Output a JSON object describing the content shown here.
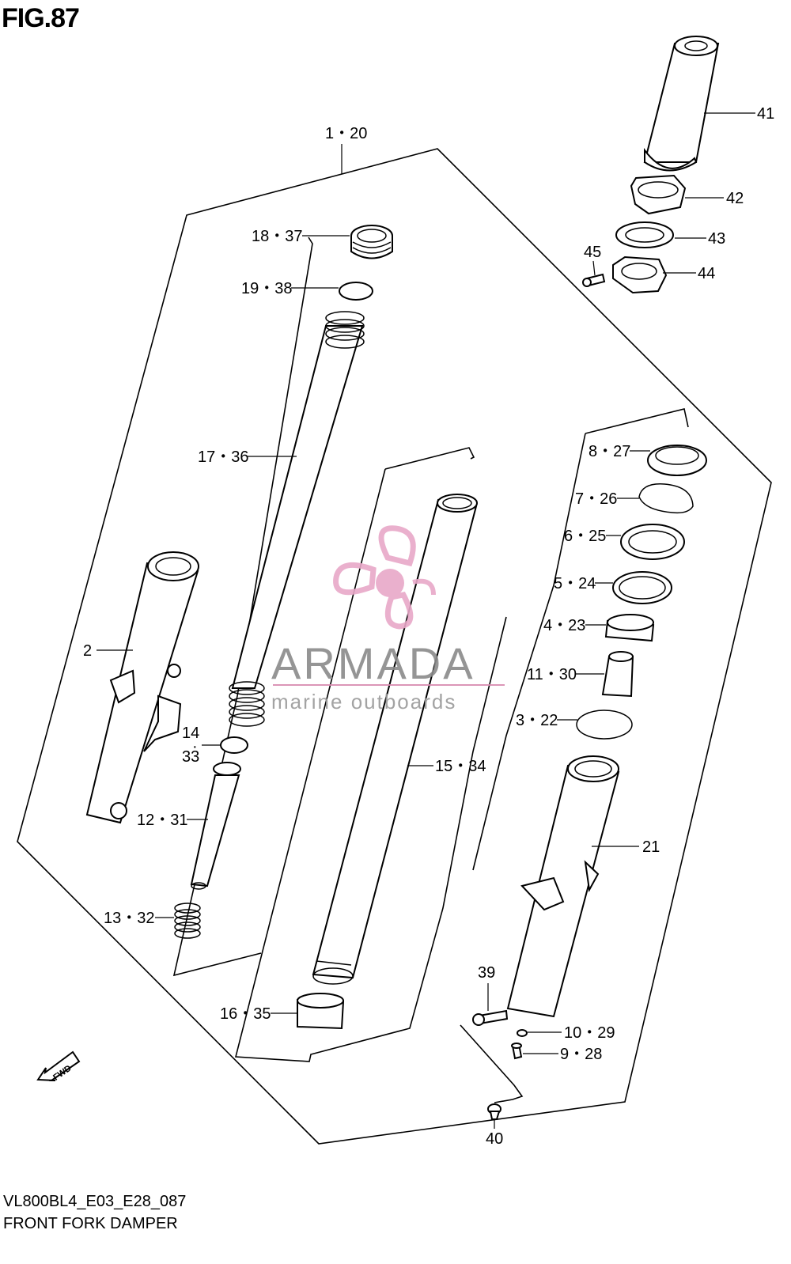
{
  "figure": {
    "title": "FIG.87",
    "model_code": "VL800BL4_E03_E28_087",
    "name": "FRONT FORK DAMPER"
  },
  "callouts": {
    "c1_20": "1・20",
    "c2": "2",
    "c3_22": "3・22",
    "c4_23": "4・23",
    "c5_24": "5・24",
    "c6_25": "6・25",
    "c7_26": "7・26",
    "c8_27": "8・27",
    "c9_28": "9・28",
    "c10_29": "10・29",
    "c11_30": "11・30",
    "c12_31": "12・31",
    "c13_32": "13・32",
    "c14": "14",
    "c33": "33",
    "c15_34": "15・34",
    "c16_35": "16・35",
    "c17_36": "17・36",
    "c18_37": "18・37",
    "c19_38": "19・38",
    "c21": "21",
    "c39": "39",
    "c40": "40",
    "c41": "41",
    "c42": "42",
    "c43": "43",
    "c44": "44",
    "c45": "45"
  },
  "fwd_arrow": {
    "label": "FWD",
    "icon": "fwd-arrow-icon"
  },
  "watermark": {
    "brand": "ARMADA",
    "tagline": "marine outboards",
    "icon": "propeller-logo-icon",
    "color_brand": "#8a8a8a",
    "color_logo": "#e8a8c8",
    "color_line": "#d88ab0"
  }
}
